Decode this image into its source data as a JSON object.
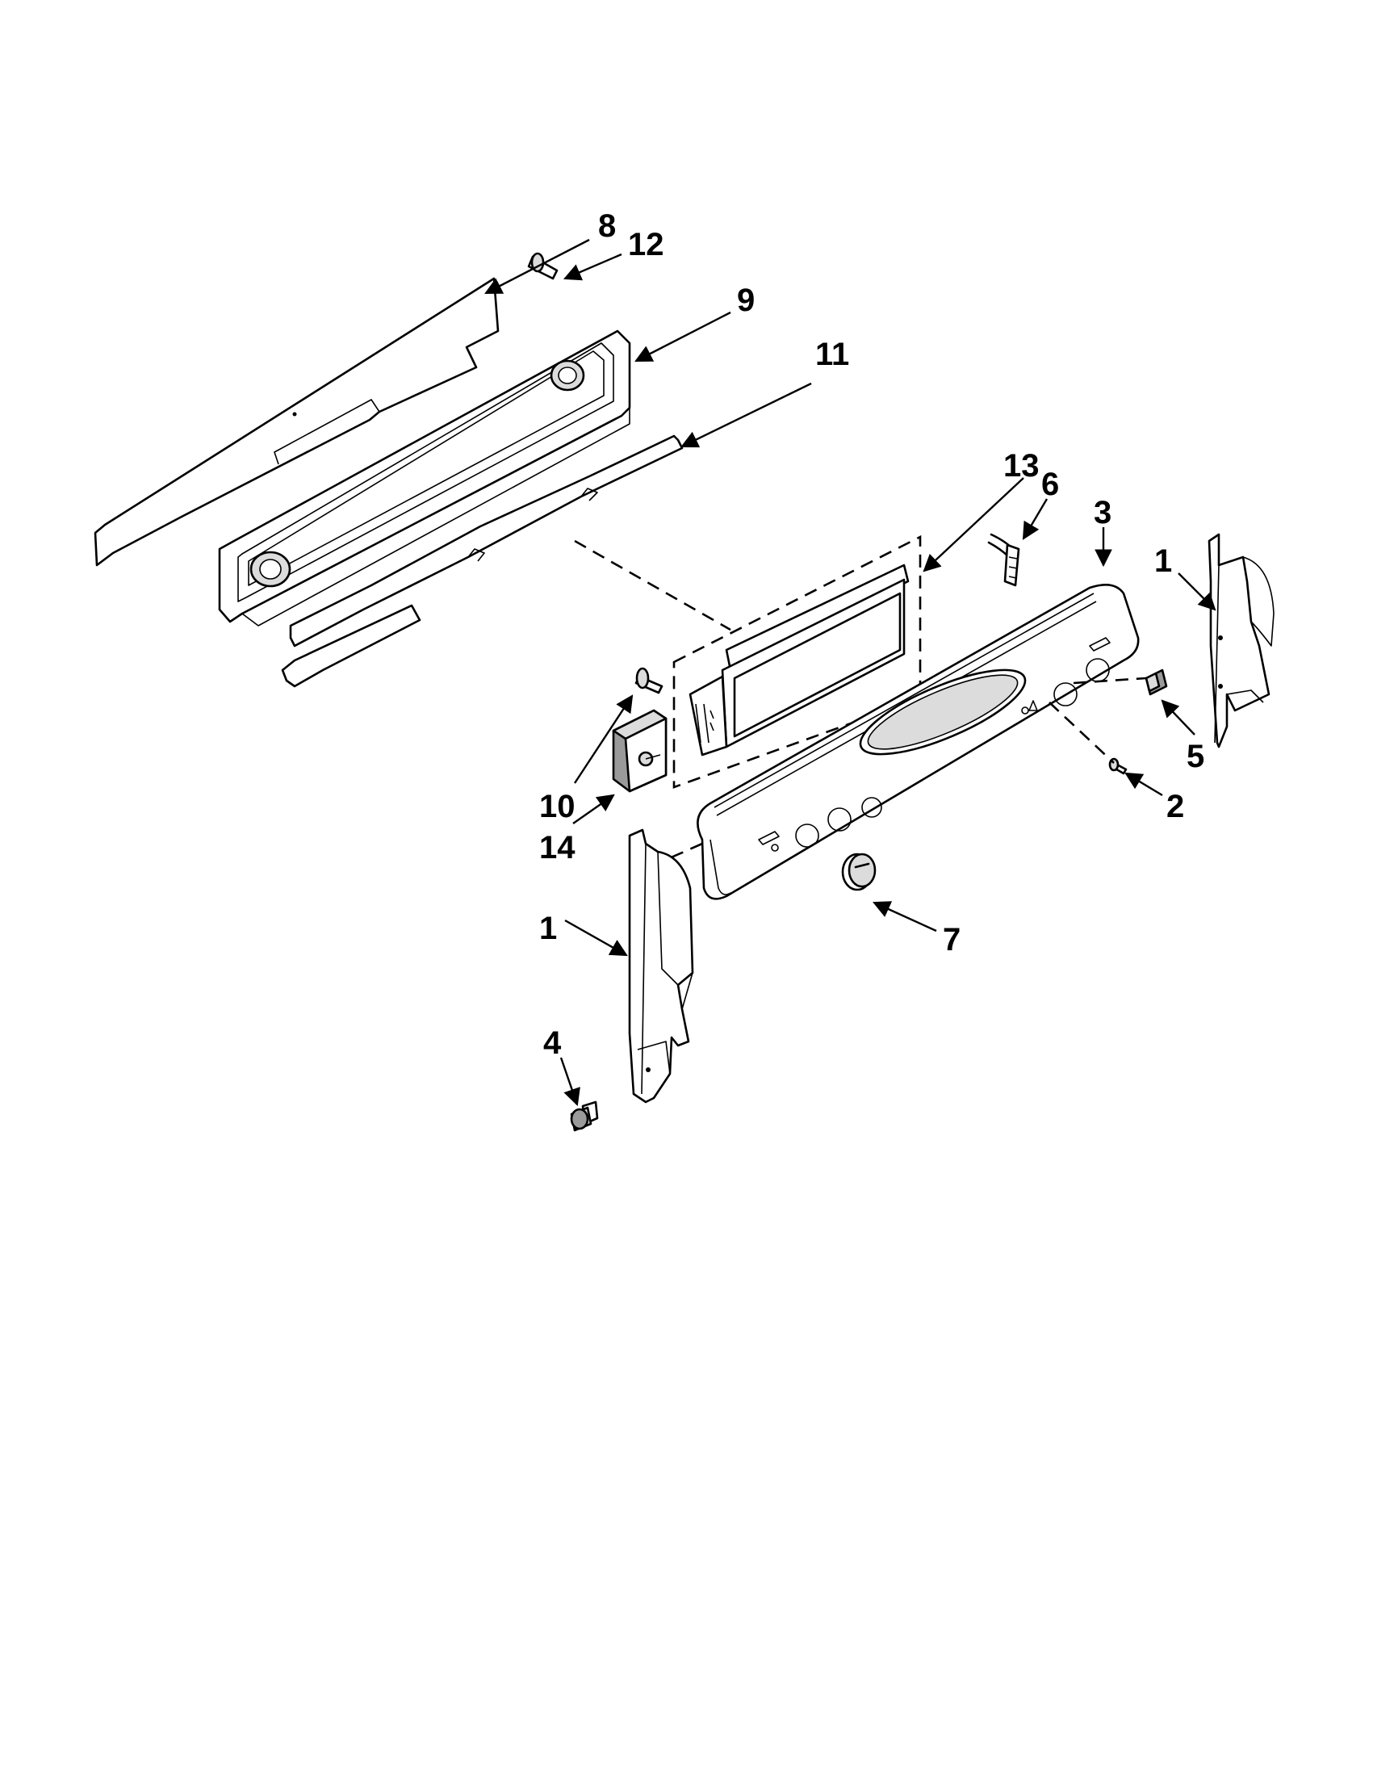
{
  "diagram": {
    "callouts": [
      {
        "id": "8",
        "label": "8"
      },
      {
        "id": "12",
        "label": "12"
      },
      {
        "id": "9",
        "label": "9"
      },
      {
        "id": "11",
        "label": "11"
      },
      {
        "id": "13",
        "label": "13"
      },
      {
        "id": "6",
        "label": "6"
      },
      {
        "id": "3",
        "label": "3"
      },
      {
        "id": "1a",
        "label": "1"
      },
      {
        "id": "5",
        "label": "5"
      },
      {
        "id": "2",
        "label": "2"
      },
      {
        "id": "10",
        "label": "10"
      },
      {
        "id": "14",
        "label": "14"
      },
      {
        "id": "1b",
        "label": "1"
      },
      {
        "id": "7",
        "label": "7"
      },
      {
        "id": "4",
        "label": "4"
      }
    ]
  }
}
